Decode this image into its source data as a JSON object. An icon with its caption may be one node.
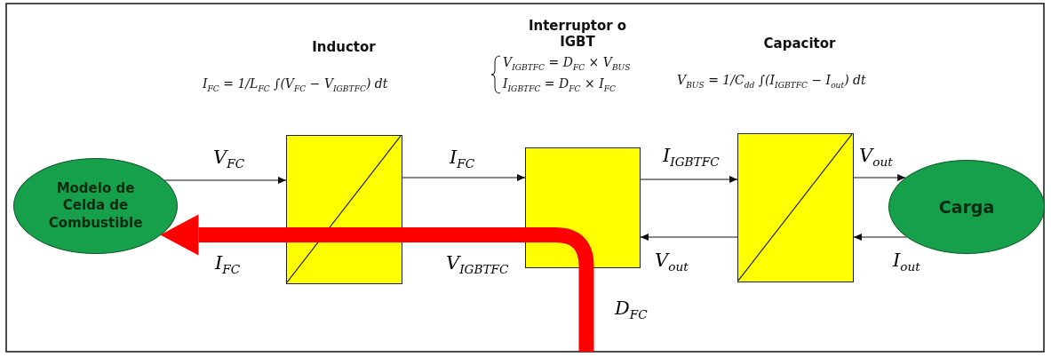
{
  "diagram": {
    "nodes": [
      {
        "text": [
          "Modelo de Celda de Combustible"
        ]
      },
      {
        "text": [],
        "shape": "box"
      },
      {
        "text": [],
        "shape": "box"
      },
      {
        "text": [],
        "shape": "box"
      },
      {
        "text": [
          "Carga"
        ]
      }
    ],
    "edges": [
      {
        "from": 0,
        "to": 1,
        "arrow": "to",
        "label": "V$_{FC}$"
      },
      {
        "from": 1,
        "to": 2,
        "arrow": "to",
        "label": "I$_{FC}$"
      },
      {
        "from": 2,
        "to": 3,
        "arrow": "to",
        "label": "I$_{IGBT}$$_{FC}$"
      },
      {
        "from": 3,
        "to": 4,
        "arrow": "to",
        "label": "V$_{out}$"
      },
      {
        "from": 4,
        "to": 3,
        "arrow": "to",
        "label": "I$_{out}$"
      },
      {
        "from": 3,
        "to": 2,
        "arrow": "to",
        "label": "V$_{out}$"
      },
      {
        "from": null,
        "to": 0,
        "arrow": "to",
        "label": "D$_{FC}$",
        "style": "thick",
        "color": "#ff0000"
      }
    ],
    "labels": [
      "Inductor",
      "I$_{FC}$ = 1/L$_{FC}$ ∫(V$_{FC}$ − V$_{IGBT}$$_{FC}$) dt",
      "Interruptor o IGBT",
      "V$_{IGBT}$$_{FC}$ = D$_{FC}$ × V$_{BUS}$",
      "I$_{IGBT}$$_{FC}$ = D$_{FC}$ × I$_{FC}$",
      "Capacitor",
      "V$_{BUS}$ = 1/C$_{dd}$ ∫(I$_{IGBT}$$_{FC}$ − I$_{out}$) dt",
      "I$_{FC}$",
      "V$_{IGBT}$$_{FC}$"
    ]
  }
}
